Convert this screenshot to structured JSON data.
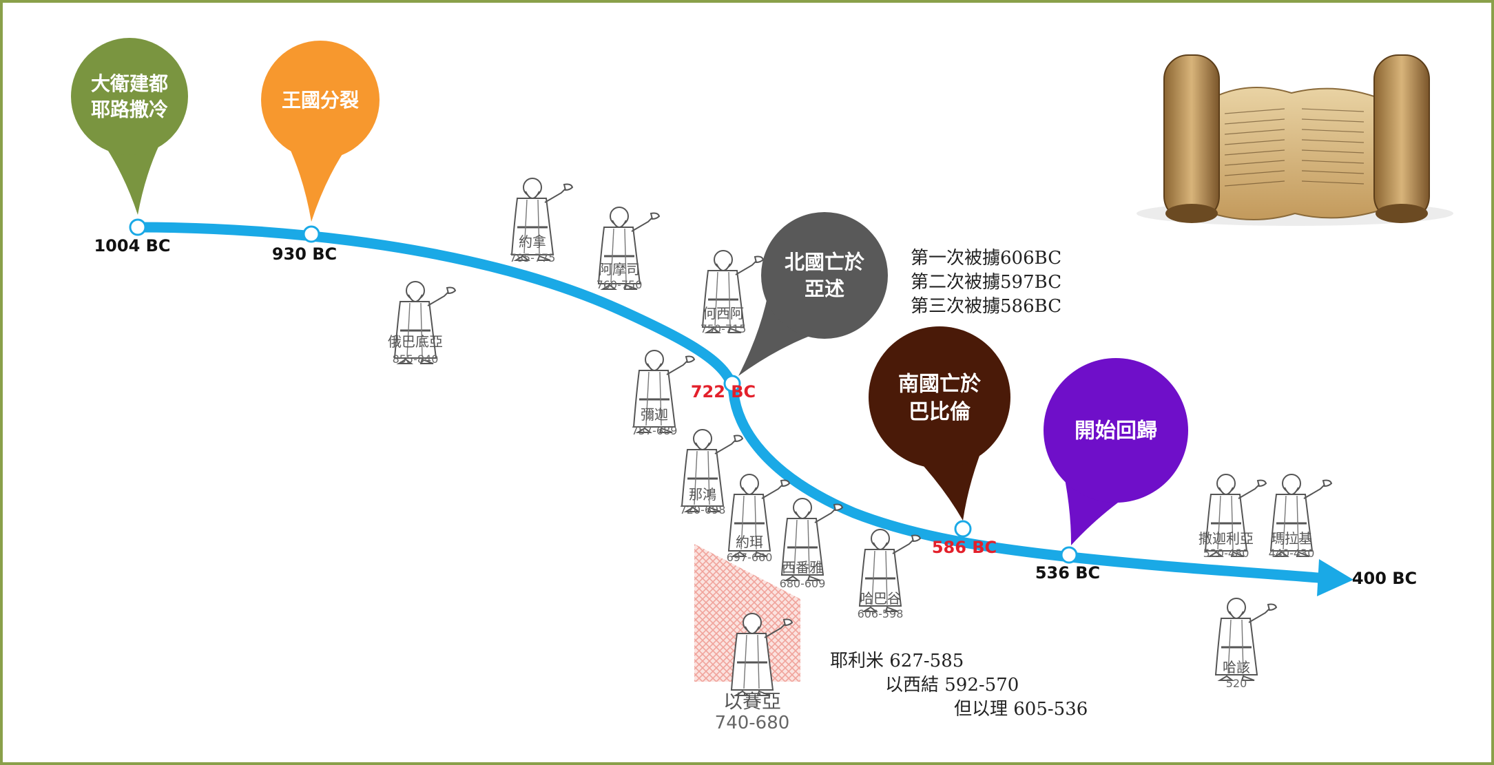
{
  "timeline_points": [
    {
      "label": "1004 BC",
      "highlight": false
    },
    {
      "label": "930 BC",
      "highlight": false
    },
    {
      "label": "722 BC",
      "highlight": true
    },
    {
      "label": "586 BC",
      "highlight": true
    },
    {
      "label": "536 BC",
      "highlight": false
    },
    {
      "label": "400 BC",
      "highlight": false
    }
  ],
  "pins": [
    {
      "lines": [
        "大衛建都",
        "耶路撒冷"
      ],
      "color": "#7a9540"
    },
    {
      "lines": [
        "王國分裂"
      ],
      "color": "#f7982e"
    },
    {
      "lines": [
        "北國亡於",
        "亞述"
      ],
      "color": "#595959"
    },
    {
      "lines": [
        "南國亡於",
        "巴比倫"
      ],
      "color": "#4a1a08"
    },
    {
      "lines": [
        "開始回歸"
      ],
      "color": "#6f0fc9"
    }
  ],
  "prophets": [
    {
      "name": "俄巴底亞",
      "years": "855-840"
    },
    {
      "name": "約拿",
      "years": "785-775"
    },
    {
      "name": "阿摩司",
      "years": "760-750"
    },
    {
      "name": "何西阿",
      "years": "750-715"
    },
    {
      "name": "彌迦",
      "years": "757-689"
    },
    {
      "name": "那鴻",
      "years": "720-698"
    },
    {
      "name": "約珥",
      "years": "697-660"
    },
    {
      "name": "西番雅",
      "years": "680-609"
    },
    {
      "name": "哈巴谷",
      "years": "606-598"
    },
    {
      "name": "撒迦利亞",
      "years": "520-480"
    },
    {
      "name": "瑪拉基",
      "years": "440-430"
    },
    {
      "name": "哈該",
      "years": "520"
    },
    {
      "name": "以賽亞",
      "years": "740-680",
      "highlight": true
    }
  ],
  "captivity_notes": [
    "第一次被擄606BC",
    "第二次被擄597BC",
    "第三次被擄586BC"
  ],
  "exile_prophets": [
    "耶利米 627-585",
    "以西結 592-570",
    "但以理 605-536"
  ],
  "colors": {
    "timeline": "#1aa9e6",
    "highlight_text": "#e3202b",
    "border": "#8aa04a",
    "isaiah_panel": "#f4b4ad"
  },
  "icons": {
    "scroll": "scroll-image-icon",
    "prophet": "prophet-figure-icon"
  }
}
